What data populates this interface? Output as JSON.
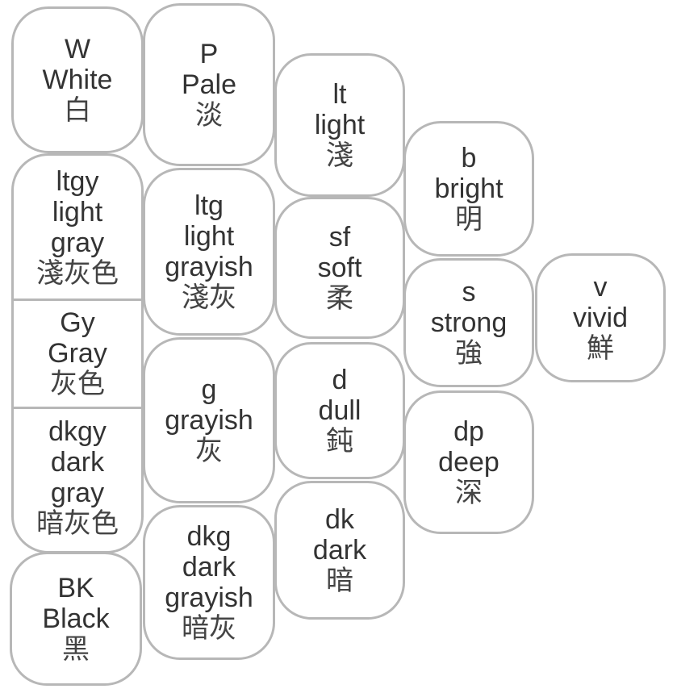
{
  "tiles": {
    "W": {
      "code": "W",
      "name": "White",
      "cjk": "白"
    },
    "P": {
      "code": "P",
      "name": "Pale",
      "cjk": "淡"
    },
    "lt": {
      "code": "lt",
      "name": "light",
      "cjk": "淺"
    },
    "b": {
      "code": "b",
      "name": "bright",
      "cjk": "明"
    },
    "ltgy": {
      "code": "ltgy",
      "name1": "light",
      "name2": "gray",
      "cjk": "淺灰色"
    },
    "ltg": {
      "code": "ltg",
      "name1": "light",
      "name2": "grayish",
      "cjk": "淺灰"
    },
    "sf": {
      "code": "sf",
      "name": "soft",
      "cjk": "柔"
    },
    "s": {
      "code": "s",
      "name": "strong",
      "cjk": "強"
    },
    "v": {
      "code": "v",
      "name": "vivid",
      "cjk": "鮮"
    },
    "Gy": {
      "code": "Gy",
      "name": "Gray",
      "cjk": "灰色"
    },
    "g": {
      "code": "g",
      "name": "grayish",
      "cjk": "灰"
    },
    "d": {
      "code": "d",
      "name": "dull",
      "cjk": "鈍"
    },
    "dp": {
      "code": "dp",
      "name": "deep",
      "cjk": "深"
    },
    "dkgy": {
      "code": "dkgy",
      "name1": "dark",
      "name2": "gray",
      "cjk": "暗灰色"
    },
    "dkg": {
      "code": "dkg",
      "name1": "dark",
      "name2": "grayish",
      "cjk": "暗灰"
    },
    "dk": {
      "code": "dk",
      "name": "dark",
      "cjk": "暗"
    },
    "BK": {
      "code": "BK",
      "name": "Black",
      "cjk": "黑"
    }
  }
}
